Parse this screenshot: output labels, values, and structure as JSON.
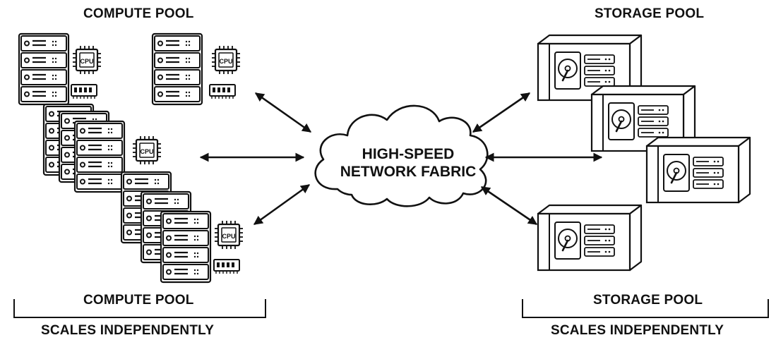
{
  "compute": {
    "title_top": "COMPUTE POOL",
    "title_bottom": "COMPUTE POOL",
    "scales": "SCALES INDEPENDENTLY",
    "chip_label": "CPU"
  },
  "storage": {
    "title_top": "STORAGE POOL",
    "title_bottom": "STORAGE POOL",
    "scales": "SCALES INDEPENDENTLY"
  },
  "fabric": {
    "line1": "HIGH-SPEED",
    "line2": "NETWORK FABRIC"
  },
  "icons": {
    "server": "server-rack-icon",
    "cpu": "cpu-chip-icon",
    "ram": "memory-module-icon",
    "storage": "storage-enclosure-icon",
    "disk": "hard-disk-icon",
    "cloud": "cloud-icon",
    "arrow": "bidirectional-arrow-icon"
  }
}
